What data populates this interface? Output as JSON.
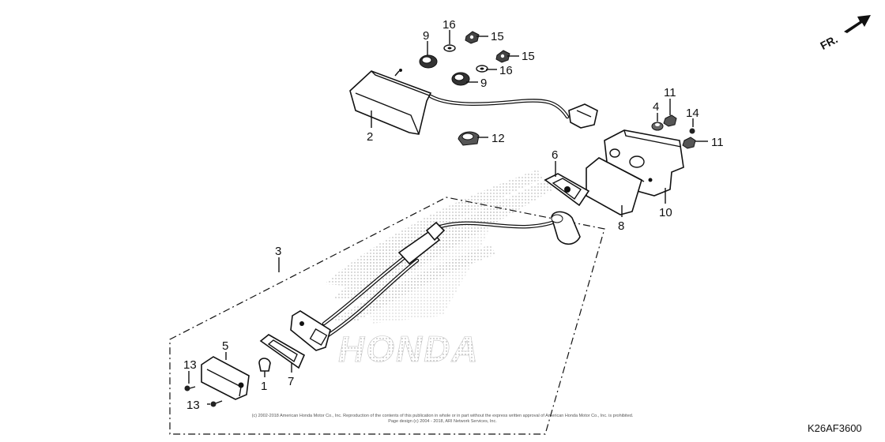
{
  "diagram": {
    "diagram_code": "K26AF3600",
    "direction_label": "FR.",
    "copyright_lines": [
      "(c) 2002-2018 American Honda Motor Co., Inc. Reproduction of the contents of this publication in whole or in part without the express written approval of American Honda Motor Co., Inc. is prohibited.",
      "Page design (c) 2004 - 2018, ARI Network Services, Inc."
    ],
    "watermark_text": "HONDA",
    "callouts": [
      {
        "id": "c2",
        "label": "2"
      },
      {
        "id": "c3",
        "label": "3"
      },
      {
        "id": "c9a",
        "label": "9"
      },
      {
        "id": "c16a",
        "label": "16"
      },
      {
        "id": "c15a",
        "label": "15"
      },
      {
        "id": "c15b",
        "label": "15"
      },
      {
        "id": "c16b",
        "label": "16"
      },
      {
        "id": "c9b",
        "label": "9"
      },
      {
        "id": "c12",
        "label": "12"
      },
      {
        "id": "c11a",
        "label": "11"
      },
      {
        "id": "c4",
        "label": "4"
      },
      {
        "id": "c14",
        "label": "14"
      },
      {
        "id": "c11b",
        "label": "11"
      },
      {
        "id": "c6",
        "label": "6"
      },
      {
        "id": "c8",
        "label": "8"
      },
      {
        "id": "c10",
        "label": "10"
      },
      {
        "id": "c5",
        "label": "5"
      },
      {
        "id": "c1",
        "label": "1"
      },
      {
        "id": "c7",
        "label": "7"
      },
      {
        "id": "c13a",
        "label": "13"
      },
      {
        "id": "c13b",
        "label": "13"
      }
    ]
  }
}
